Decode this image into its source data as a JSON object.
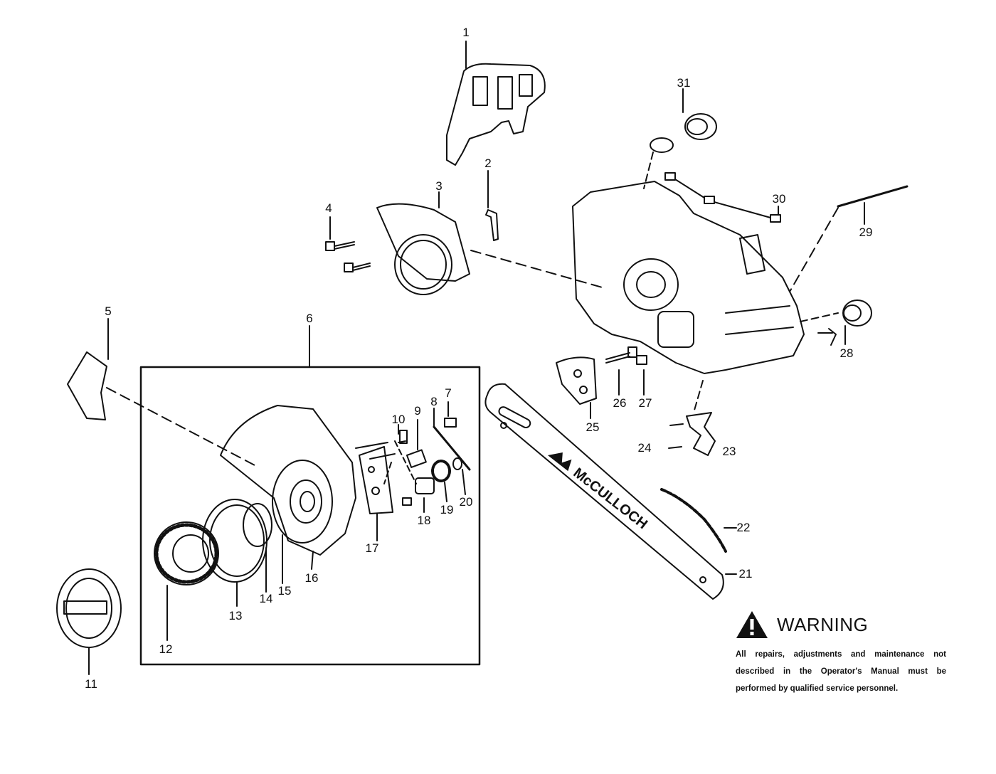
{
  "callouts": {
    "c1": "1",
    "c2": "2",
    "c3": "3",
    "c4": "4",
    "c5": "5",
    "c6": "6",
    "c7": "7",
    "c8": "8",
    "c9": "9",
    "c10": "10",
    "c11": "11",
    "c12": "12",
    "c13": "13",
    "c14": "14",
    "c15": "15",
    "c16": "16",
    "c17": "17",
    "c18": "18",
    "c19": "19",
    "c20": "20",
    "c21": "21",
    "c22": "22",
    "c23": "23",
    "c24": "24",
    "c25": "25",
    "c26": "26",
    "c27": "27",
    "c28": "28",
    "c29": "29",
    "c30": "30",
    "c31": "31"
  },
  "bar_logo_text": "McCULLOCH",
  "warning": {
    "title": "WARNING",
    "text": "All repairs, adjustments and maintenance not described in the Operator's Manual must be performed by qualified service personnel."
  }
}
